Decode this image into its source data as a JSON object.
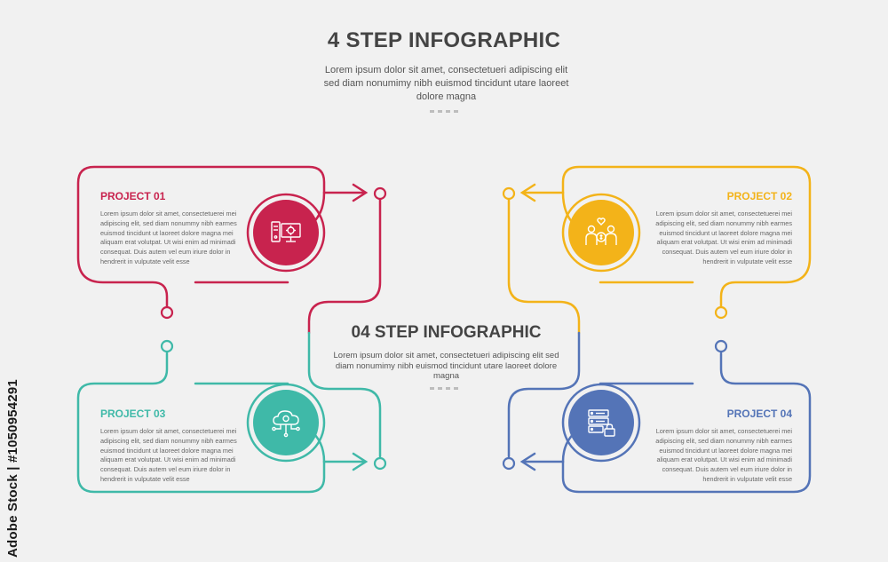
{
  "header": {
    "title": "4 STEP INFOGRAPHIC",
    "subtitle": "Lorem ipsum dolor sit amet, consectetueri adipiscing elit sed diam nonumimy nibh euismod tincidunt utare laoreet dolore magna"
  },
  "center": {
    "title": "04 STEP INFOGRAPHIC",
    "subtitle": "Lorem ipsum dolor sit amet, consectetueri adipiscing elit sed diam nonumimy nibh euismod tincidunt utare laoreet dolore magna"
  },
  "projects": [
    {
      "title": "PROJECT 01",
      "color": "#c8234e",
      "icon": "computer-monitor-icon",
      "text": "Lorem ipsum dolor sit amet, consectetuerei mei adipiscing elit, sed diam nonummy nibh earmes euismod tincidunt ut laoreet dolore magna mei aliquam erat volutpat. Ut wisi enim ad minimadi consequat. Duis autem vel eum iriure dolor in hendrerit in vulputate velit esse"
    },
    {
      "title": "PROJECT 02",
      "color": "#f3b319",
      "icon": "people-heart-dollar-icon",
      "text": "Lorem ipsum dolor sit amet, consectetuerei mei adipiscing elit, sed diam nonummy nibh earmes euismod tincidunt ut laoreet dolore magna mei aliquam erat volutpat. Ut wisi enim ad minimadi consequat. Duis autem vel eum iriure dolor in hendrerit in vulputate velit esse"
    },
    {
      "title": "PROJECT 03",
      "color": "#3fb9a8",
      "icon": "cloud-network-icon",
      "text": "Lorem ipsum dolor sit amet, consectetuerei mei adipiscing elit, sed diam nonummy nibh earmes euismod tincidunt ut laoreet dolore magna mei aliquam erat volutpat. Ut wisi enim ad minimadi consequat. Duis autem vel eum iriure dolor in hendrerit in vulputate velit esse"
    },
    {
      "title": "PROJECT 04",
      "color": "#5474b7",
      "icon": "server-lock-icon",
      "text": "Lorem ipsum dolor sit amet, consectetuerei mei adipiscing elit, sed diam nonummy nibh earmes euismod tincidunt ut laoreet dolore magna mei aliquam erat volutpat. Ut wisi enim ad minimadi consequat. Duis autem vel eum iriure dolor in hendrerit in vulputate velit esse"
    }
  ],
  "watermark": {
    "side_text": "Adobe Stock | #1050954291"
  }
}
